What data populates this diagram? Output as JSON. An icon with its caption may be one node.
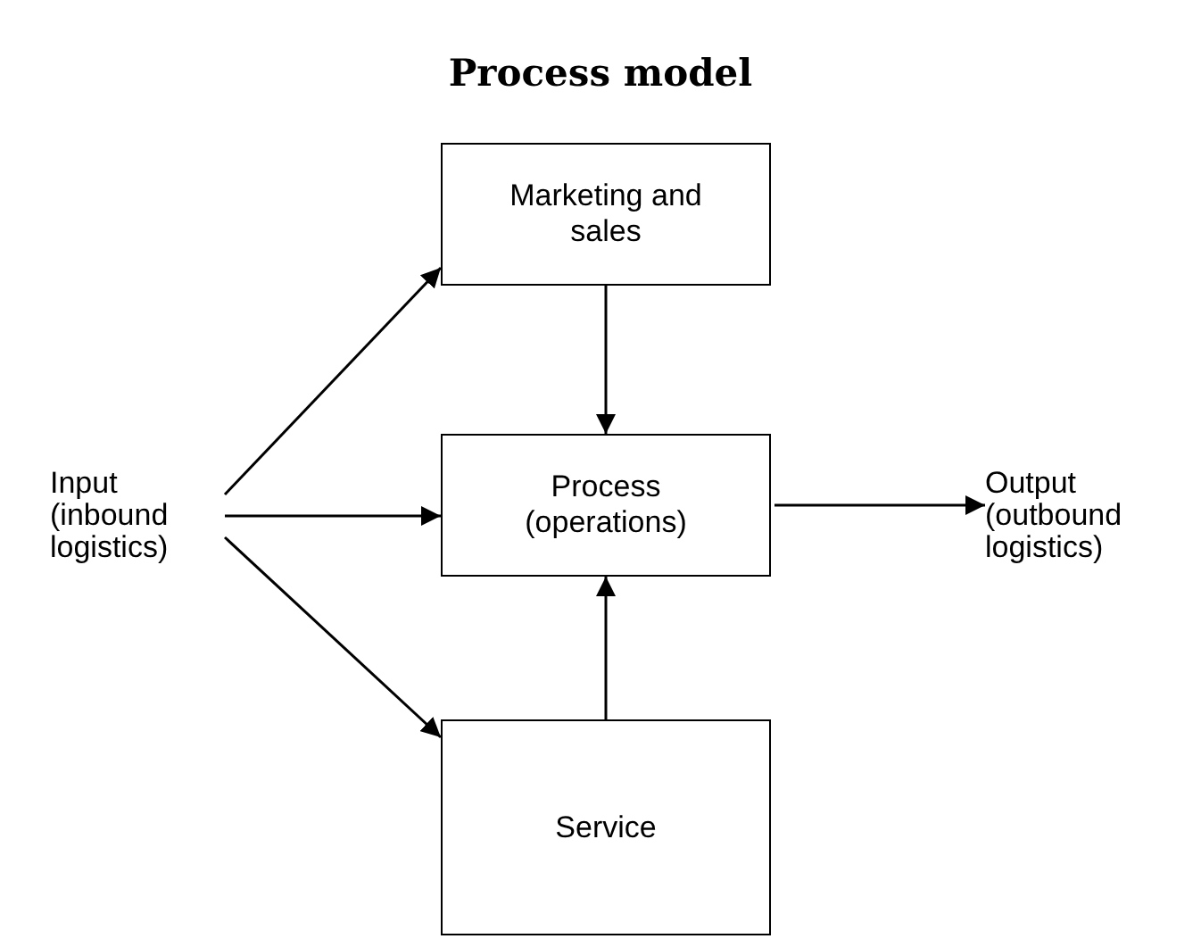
{
  "diagram": {
    "title": "Process model",
    "nodes": [
      {
        "text": [
          "Marketing and sales"
        ]
      },
      {
        "text": [
          "Input (inbound logistics)"
        ]
      },
      {
        "text": [
          "Process (operations)"
        ]
      },
      {
        "text": [
          "Output (outbound logistics)"
        ]
      },
      {
        "text": [
          "Service"
        ]
      }
    ],
    "edges": [
      {
        "from": 1,
        "to": 0,
        "arrow": "to"
      },
      {
        "from": 1,
        "to": 2,
        "arrow": "to"
      },
      {
        "from": 1,
        "to": 4,
        "arrow": "to"
      },
      {
        "from": 0,
        "to": 2,
        "arrow": "to"
      },
      {
        "from": 4,
        "to": 2,
        "arrow": "to"
      },
      {
        "from": 2,
        "to": 3,
        "arrow": "to"
      }
    ]
  }
}
